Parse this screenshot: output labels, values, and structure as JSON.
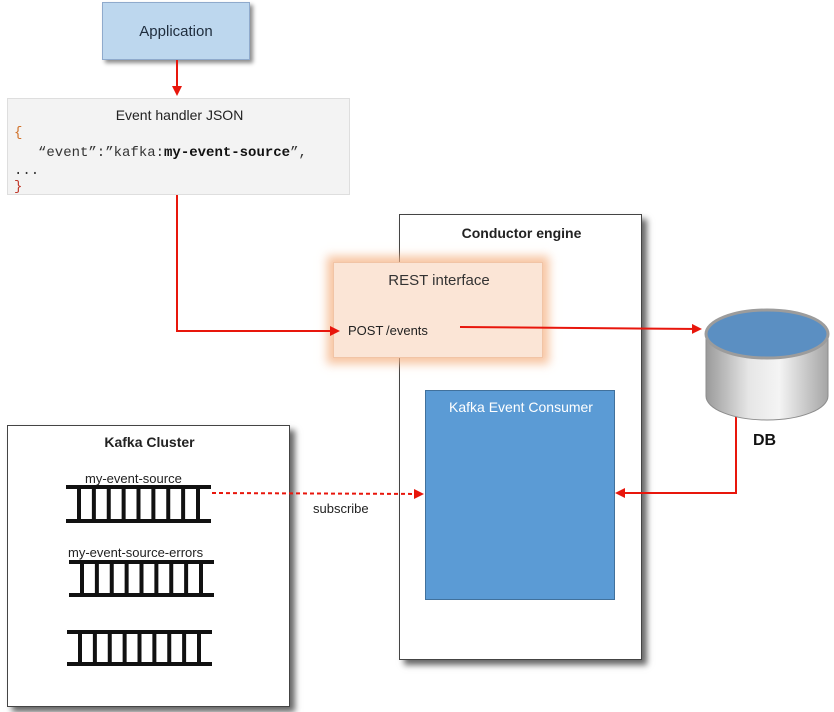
{
  "application": {
    "label": "Application"
  },
  "event_handler": {
    "title": "Event handler JSON",
    "line1": "{",
    "line2_key": "“event”:”kafka:",
    "line2_value": "my-event-source",
    "line2_end": "”,",
    "line3": "...",
    "line4": "}"
  },
  "conductor": {
    "title": "Conductor engine",
    "rest": {
      "title": "REST interface",
      "method": "POST",
      "path": "/events"
    },
    "consumer": {
      "title": "Kafka Event Consumer"
    }
  },
  "db": {
    "label": "DB"
  },
  "kafka": {
    "title": "Kafka Cluster",
    "topics": [
      "my-event-source",
      "my-event-source-errors"
    ]
  },
  "edges": {
    "subscribe": "subscribe"
  },
  "colors": {
    "arrow": "#e8160c",
    "application_fill": "#bdd7ee",
    "rest_fill": "#fbe5d6",
    "consumer_fill": "#5b9bd5",
    "db_top": "#5b8fc2"
  }
}
